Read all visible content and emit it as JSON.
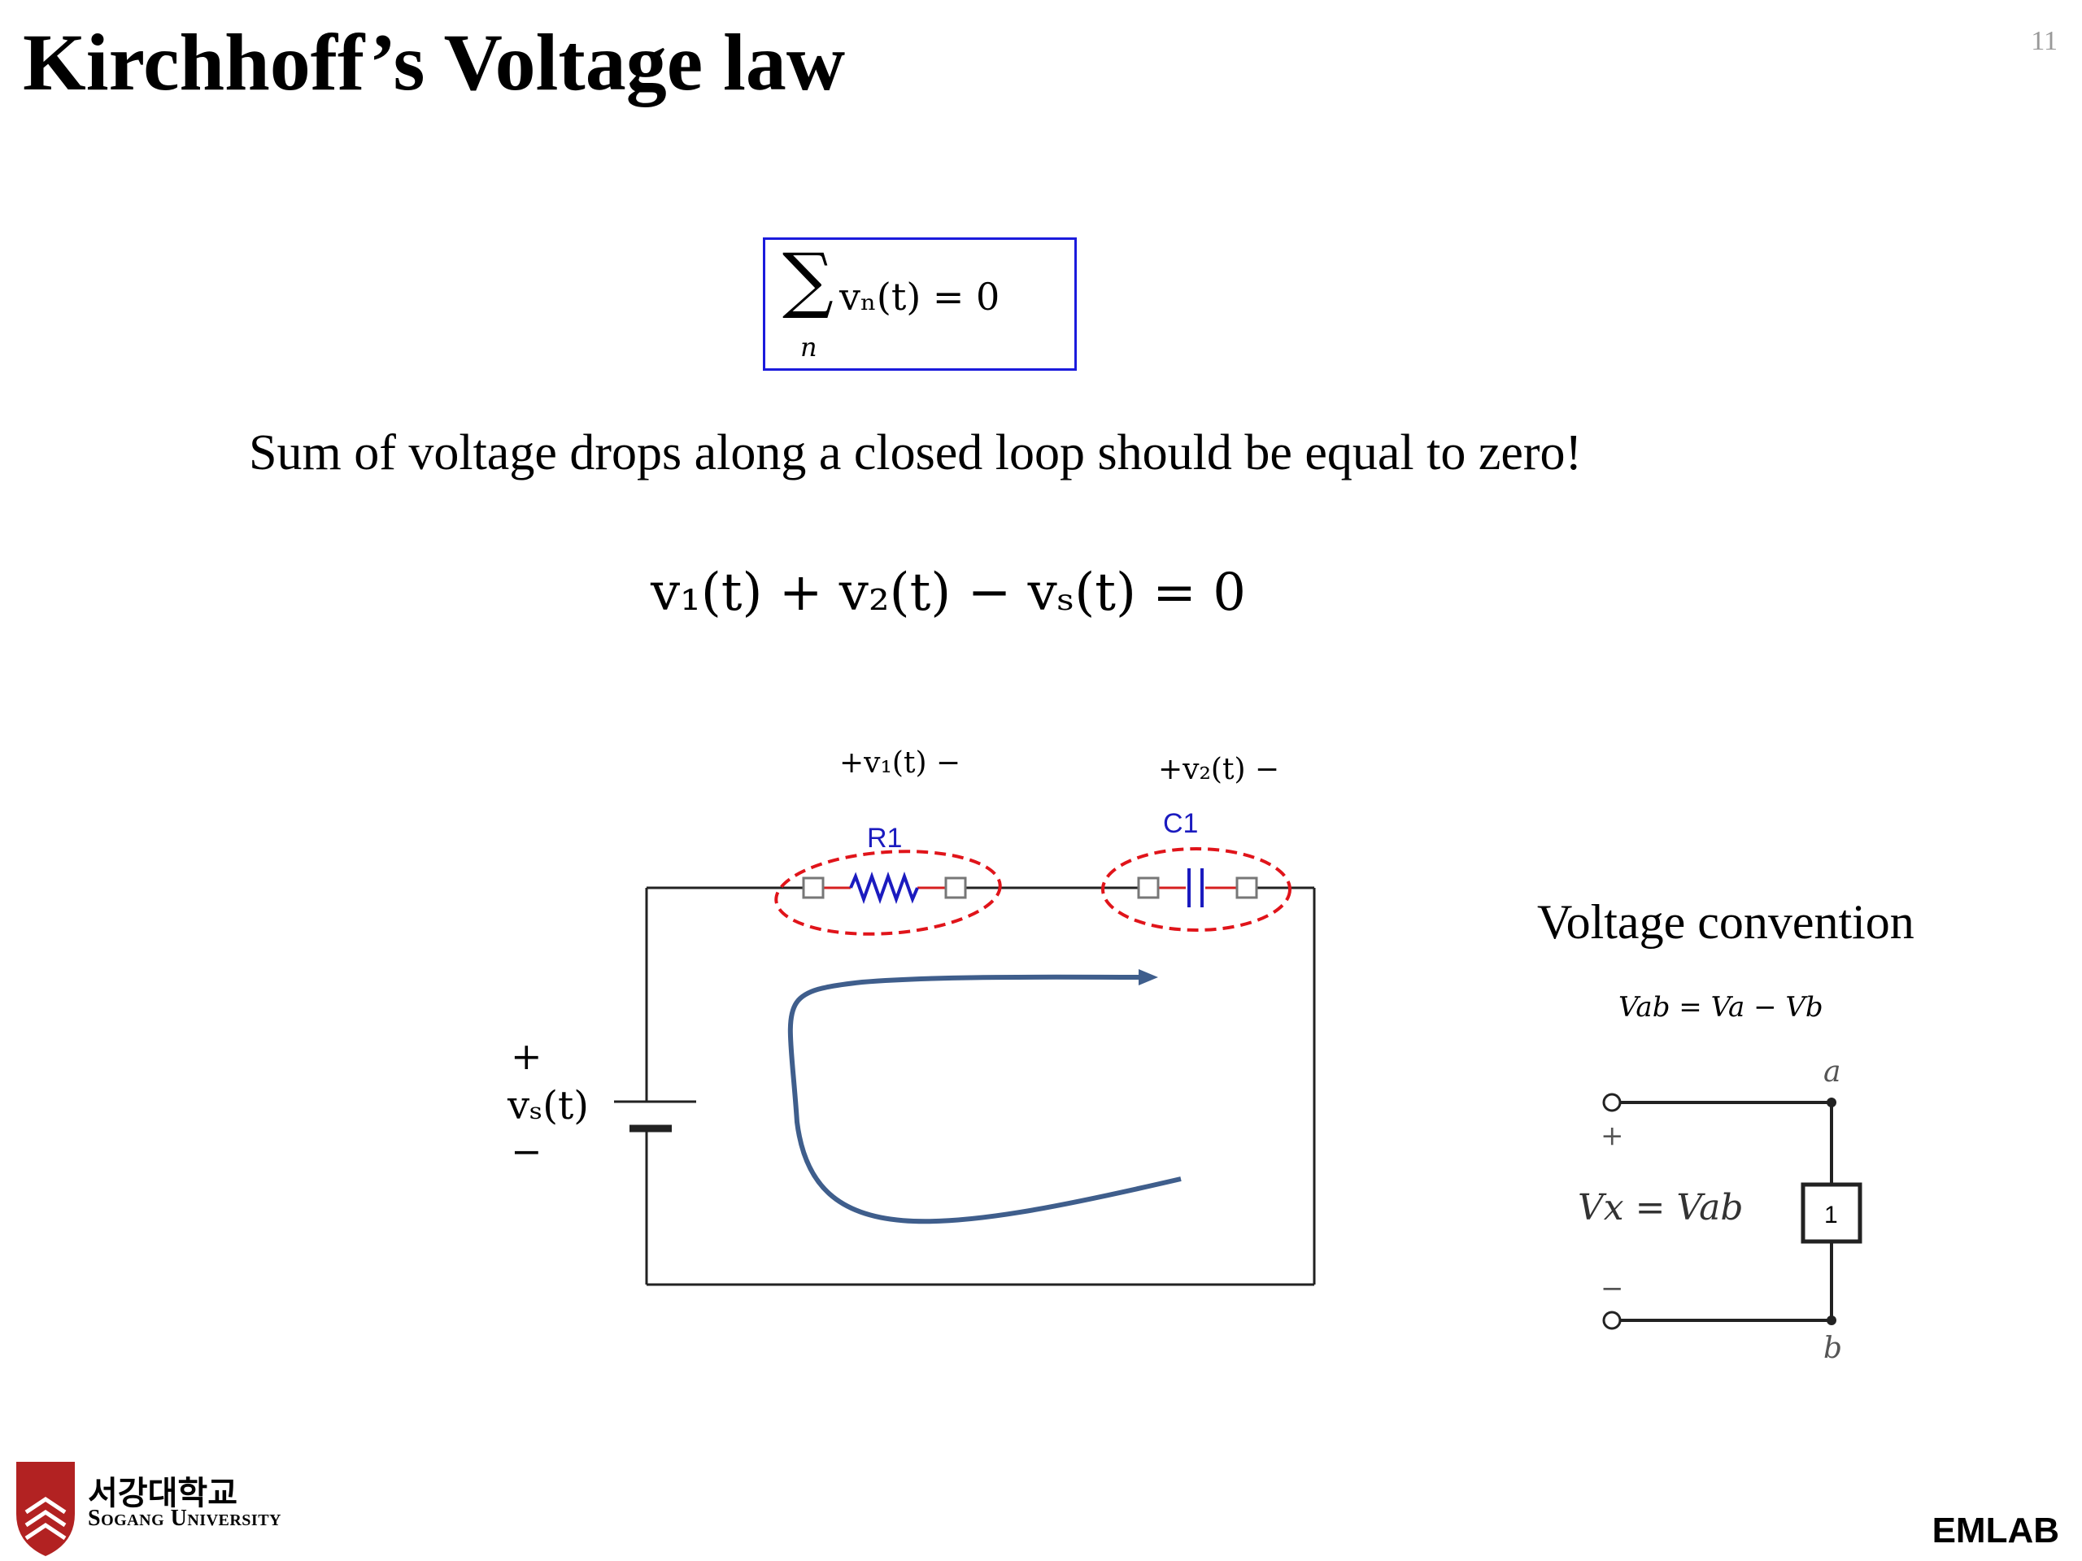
{
  "slide": {
    "title": "Kirchhoff’s Voltage law",
    "page_number": "11",
    "formula_sum": {
      "sigma": "∑",
      "sub": "n",
      "body": "vₙ(t) = 0"
    },
    "statement": "Sum of voltage drops along a closed loop should be equal to zero!",
    "kvl_equation": "v₁(t) + v₂(t) − vₛ(t) = 0"
  },
  "circuit": {
    "v1_label": "+v₁(t) −",
    "v2_label": "+v₂(t) −",
    "r1_label": "R1",
    "c1_label": "C1",
    "source_plus": "+",
    "source_label": "vₛ(t)",
    "source_minus": "−"
  },
  "convention": {
    "title": "Voltage convention",
    "equation": "Vab = Va − Vb",
    "node_a": "a",
    "node_b": "b",
    "plus": "+",
    "minus": "−",
    "vx_label": "Vx = Vab",
    "box_label": "1"
  },
  "footer": {
    "university_ko": "서강대학교",
    "university_en": "Sogang University",
    "brand": "EMLAB"
  },
  "colors": {
    "formula_border": "#1b1bdc",
    "component_blue": "#1b1bbf",
    "lead_red": "#d61f1f",
    "dashed_red": "#e0141a",
    "loop_arrow": "#3f5e8c",
    "logo_red": "#b22222"
  }
}
